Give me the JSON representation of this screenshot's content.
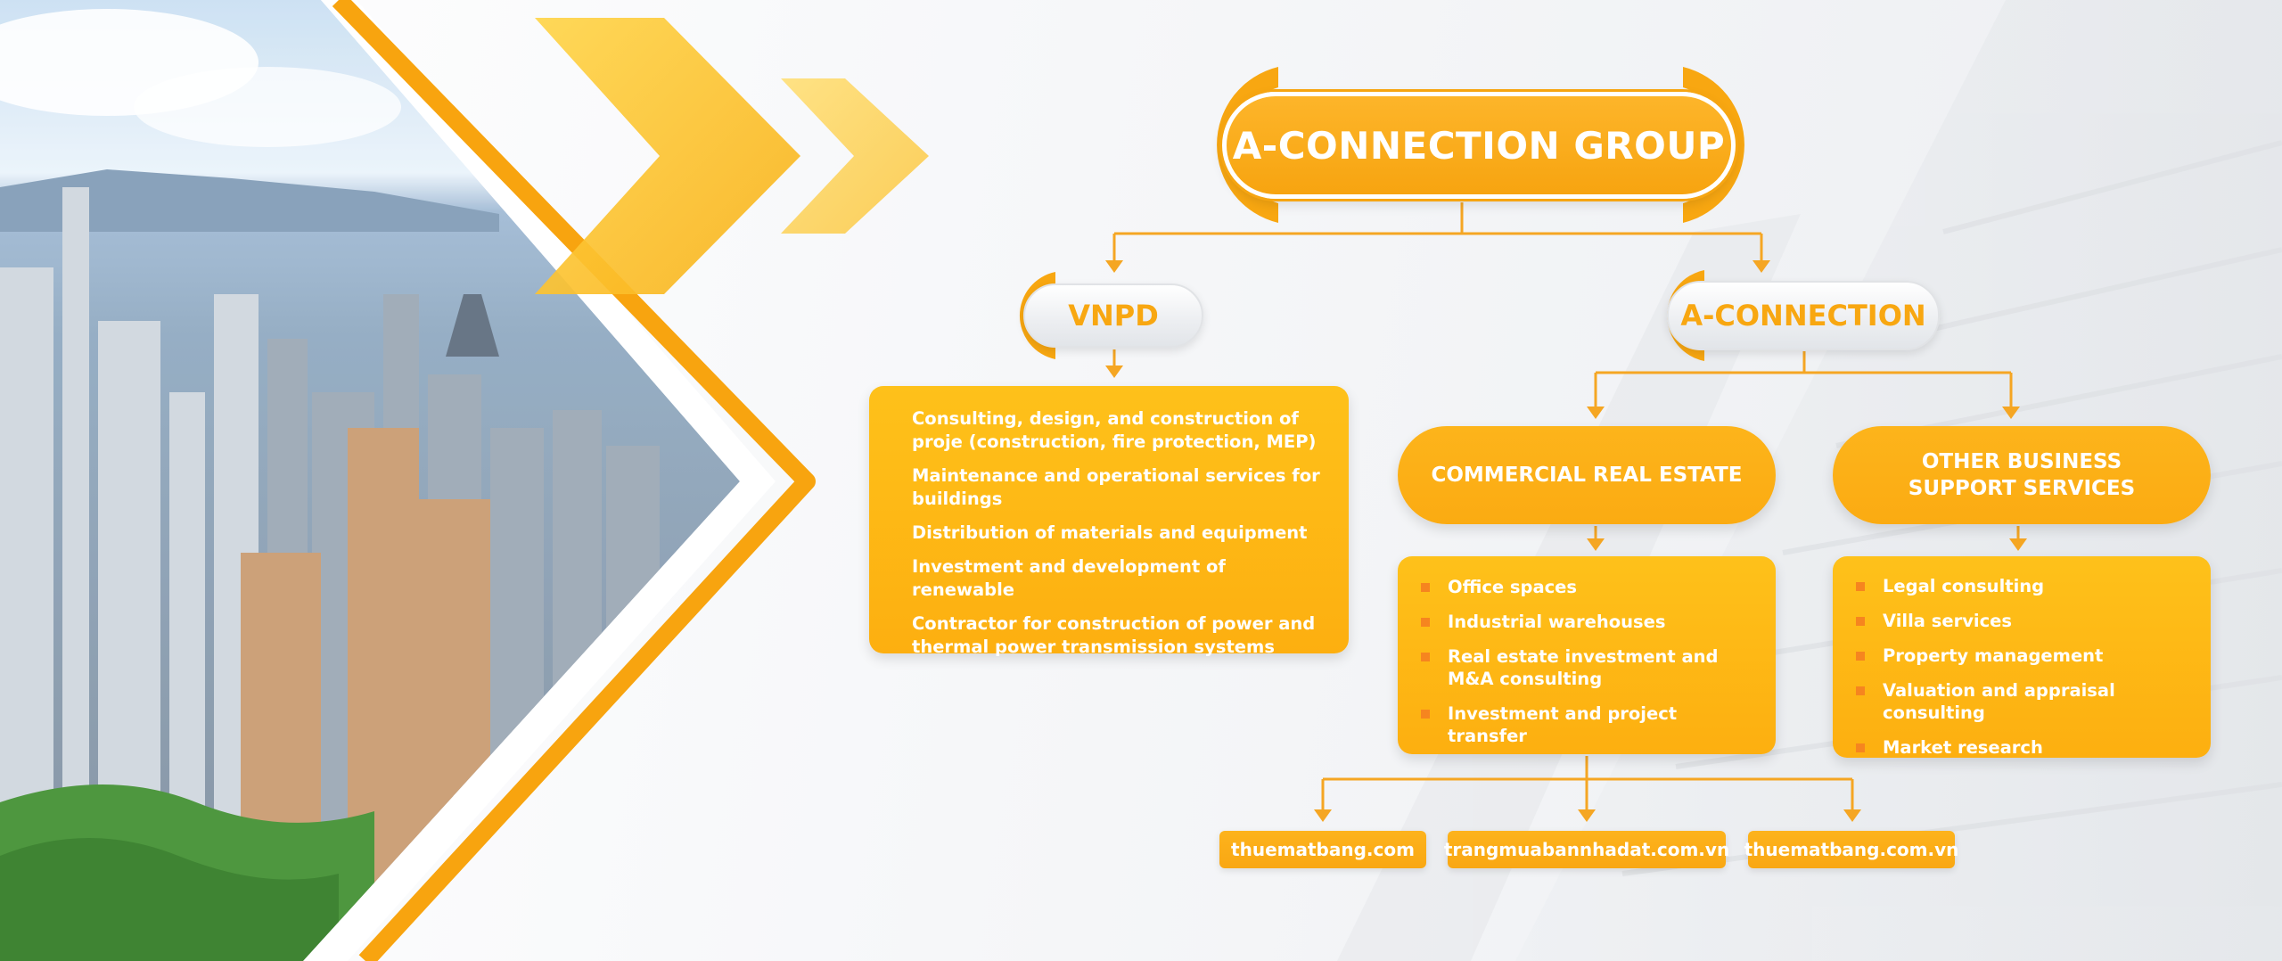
{
  "diagram": {
    "title": "A-CONNECTION GROUP",
    "vnpd": {
      "label": "VNPD",
      "items": [
        "Consulting, design, and construction of proje (construction, fire protection, MEP)",
        "Maintenance and operational services for buildings",
        "Distribution of materials and equipment",
        "Investment and development of renewable",
        "Contractor for construction of power and thermal power transmission systems"
      ]
    },
    "aconnection": {
      "label": "A-CONNECTION",
      "commercial_real_estate": {
        "label": "COMMERCIAL REAL ESTATE",
        "items": [
          "Office spaces",
          "Industrial warehouses",
          "Real estate investment and M&A consulting",
          "Investment and project transfer"
        ]
      },
      "other_business": {
        "label": "OTHER BUSINESS SUPPORT SERVICES",
        "items": [
          "Legal consulting",
          "Villa services",
          "Property management",
          "Valuation and appraisal consulting",
          "Market research"
        ]
      }
    },
    "websites": [
      "thuematbang.com",
      "trangmuabannhadat.com.vn",
      "thuematbang.com.vn"
    ]
  },
  "colors": {
    "brand_orange": "#f7a410",
    "card_yellow": "#fec11a",
    "bullet_orange": "#f6851f",
    "connector": "#f5a623"
  },
  "icons": [
    "city-skyline-image",
    "chevron-arrow-large-icon",
    "chevron-arrow-small-icon"
  ]
}
